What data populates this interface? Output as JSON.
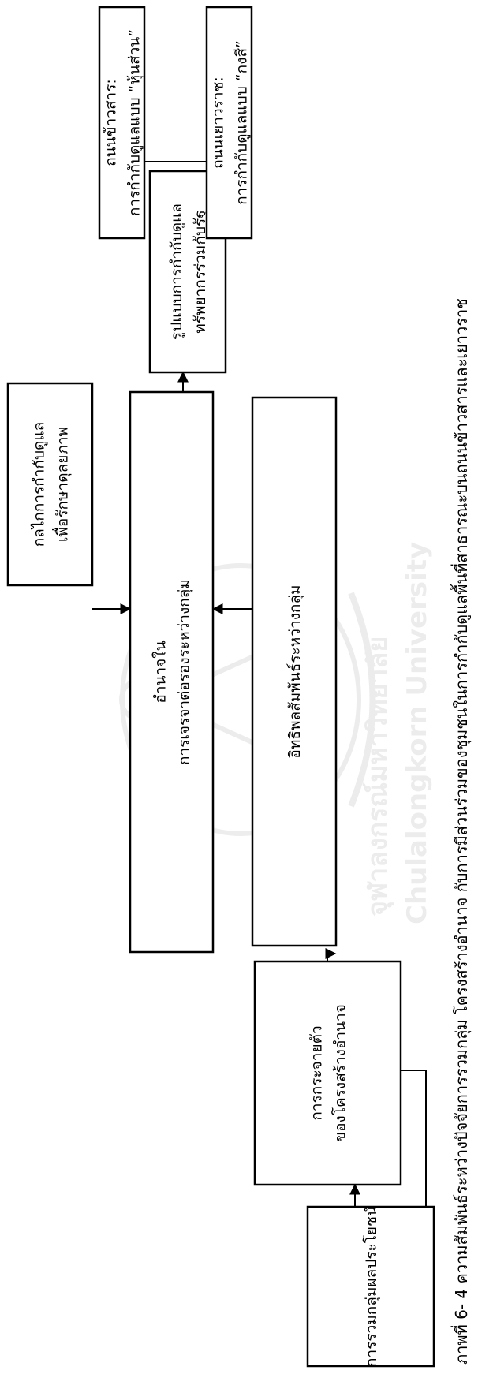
{
  "caption": "ภาพที่ 6- 4 ความสัมพันธ์ระหว่างปัจจัยการรวมกลุ่ม โครงสร้างอำนาจ กับการมีส่วนร่วมของชุมชนในการกำกับดูแลพื้นที่สาธารณะบนถนนข้าวสารและเยาวราช",
  "watermark": {
    "thai": "จุฬาลงกรณ์มหาวิทยาลัย",
    "english": "Chulalongkorn University"
  },
  "nodes": {
    "interest": {
      "lines": [
        "การรวมกลุ่มผลประโยชน์"
      ]
    },
    "dispersion": {
      "lines": [
        "การกระจายตัว",
        "ของโครงสร้างอำนาจ"
      ]
    },
    "bargaining": {
      "lines": [
        "อำนาจใน",
        "การเจรจาต่อรองระหว่างกลุ่ม"
      ]
    },
    "mechanism": {
      "lines": [
        "กลไกการกำกับดูแล",
        "เพื่อรักษาดุลยภาพ"
      ]
    },
    "influence": {
      "lines": [
        "อิทธิพลสัมพันธ์ระหว่างกลุ่ม"
      ]
    },
    "model": {
      "lines": [
        "รูปแบบการกำกับดูแล",
        "ทรัพยากรร่วมกับรัฐ"
      ]
    },
    "khaosan": {
      "lines": [
        "ถนนข้าวสาร:",
        "การกำกับดูแลแบบ “หุ้นส่วน”"
      ]
    },
    "yaowarat": {
      "lines": [
        "ถนนเยาวราช:",
        "การกำกับดูแลแบบ “กงสี”"
      ]
    }
  }
}
